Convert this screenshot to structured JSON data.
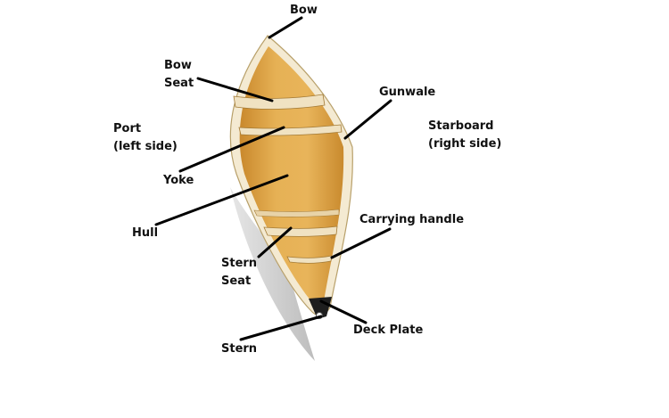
{
  "colors": {
    "leader_line": "#000000",
    "hull_tan": "#e2aa45",
    "hull_edge": "#f6ead0",
    "deck_plate": "#1e1e1e",
    "shadow": "#c9c9c9"
  },
  "labels": {
    "bow": "Bow",
    "bow_seat_line1": "Bow",
    "bow_seat_line2": "Seat",
    "port_line1": "Port",
    "port_line2": "(left side)",
    "yoke": "Yoke",
    "hull": "Hull",
    "stern_seat_line1": "Stern",
    "stern_seat_line2": "Seat",
    "stern": "Stern",
    "gunwale": "Gunwale",
    "starboard_line1": "Starboard",
    "starboard_line2": "(right side)",
    "carrying_handle": "Carrying handle",
    "deck_plate": "Deck Plate"
  }
}
